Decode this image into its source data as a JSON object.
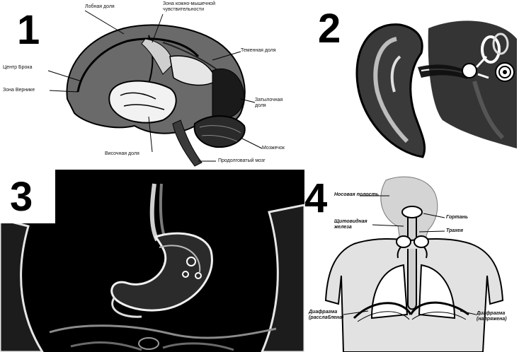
{
  "panels": [
    {
      "number": "1",
      "labels": {
        "frontal": "Лобная доля",
        "sensory": "Зона кожно-мышечной\nчувствительности",
        "broca_top": "",
        "broca": "Центр Брока",
        "wernicke": "Зона Вернике",
        "parietal": "Теменная доля",
        "occipital": "Затылочная\nдоля",
        "temporal": "Височная доля",
        "cerebellum": "Мозжечок",
        "medulla": "Продолговатый мозг"
      }
    },
    {
      "number": "2"
    },
    {
      "number": "3"
    },
    {
      "number": "4",
      "labels": {
        "nose": "Носовая полость",
        "larynx": "Гортань",
        "thyroid": "Щитовидная\nжелеза",
        "trachea": "Трахея",
        "diaphragm_left": "Диафрагма\n(расслаблена)",
        "diaphragm_right": "Диафрагма\n(напряжена)"
      }
    }
  ]
}
